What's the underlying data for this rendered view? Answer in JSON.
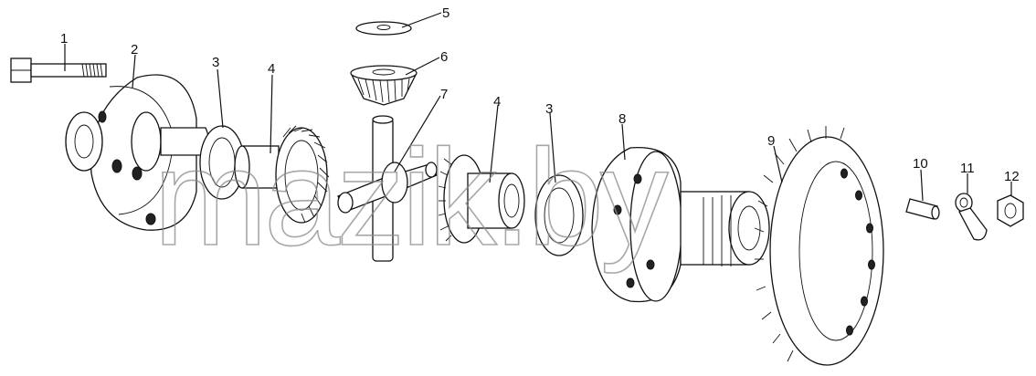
{
  "watermark": "mazik.by",
  "callouts": [
    {
      "id": "1",
      "text": "1"
    },
    {
      "id": "2",
      "text": "2"
    },
    {
      "id": "3a",
      "text": "3"
    },
    {
      "id": "4a",
      "text": "4"
    },
    {
      "id": "5",
      "text": "5"
    },
    {
      "id": "6",
      "text": "6"
    },
    {
      "id": "7",
      "text": "7"
    },
    {
      "id": "4b",
      "text": "4"
    },
    {
      "id": "3b",
      "text": "3"
    },
    {
      "id": "8",
      "text": "8"
    },
    {
      "id": "9",
      "text": "9"
    },
    {
      "id": "10",
      "text": "10"
    },
    {
      "id": "11",
      "text": "11"
    },
    {
      "id": "12",
      "text": "12"
    }
  ]
}
